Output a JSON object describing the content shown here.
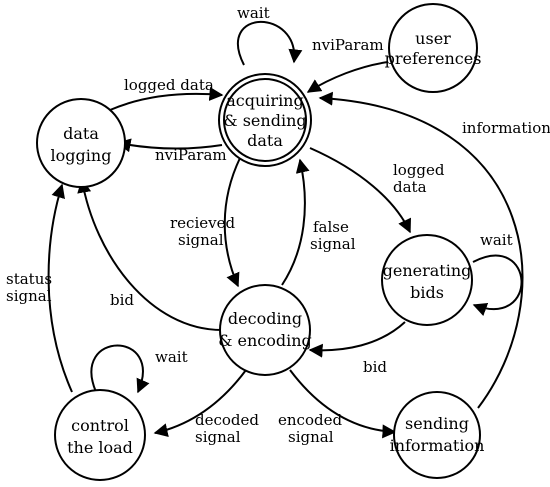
{
  "nodes": {
    "acquiring": {
      "line1": "acquiring",
      "line2": "& sending",
      "line3": "data"
    },
    "user_pref": {
      "line1": "user",
      "line2": "preferences"
    },
    "logging": {
      "line1": "data",
      "line2": "logging"
    },
    "generating": {
      "line1": "generating",
      "line2": "bids"
    },
    "decoding": {
      "line1": "decoding",
      "line2": "& encoding"
    },
    "control": {
      "line1": "control",
      "line2": "the load"
    },
    "sending": {
      "line1": "sending",
      "line2": "information"
    }
  },
  "edges": {
    "wait_acquiring": {
      "label": "wait"
    },
    "userpref_to_acquiring": {
      "label": "nviParam"
    },
    "logging_to_acquiring": {
      "label": "logged data"
    },
    "acquiring_to_logging": {
      "label": "nviParam"
    },
    "sending_to_acquiring": {
      "label": "information"
    },
    "acquiring_to_generating": {
      "line1": "logged",
      "line2": "data"
    },
    "acquiring_to_decoding": {
      "line1": "recieved",
      "line2": "signal"
    },
    "decoding_to_acquiring": {
      "line1": "false",
      "line2": "signal"
    },
    "wait_generating": {
      "label": "wait"
    },
    "generating_to_decoding": {
      "label": "bid"
    },
    "decoding_to_logging": {
      "label": "bid"
    },
    "control_to_logging": {
      "line1": "status",
      "line2": "signal"
    },
    "wait_control": {
      "label": "wait"
    },
    "decoding_to_control": {
      "line1": "decoded",
      "line2": "signal"
    },
    "decoding_to_sending": {
      "line1": "encoded",
      "line2": "signal"
    }
  }
}
